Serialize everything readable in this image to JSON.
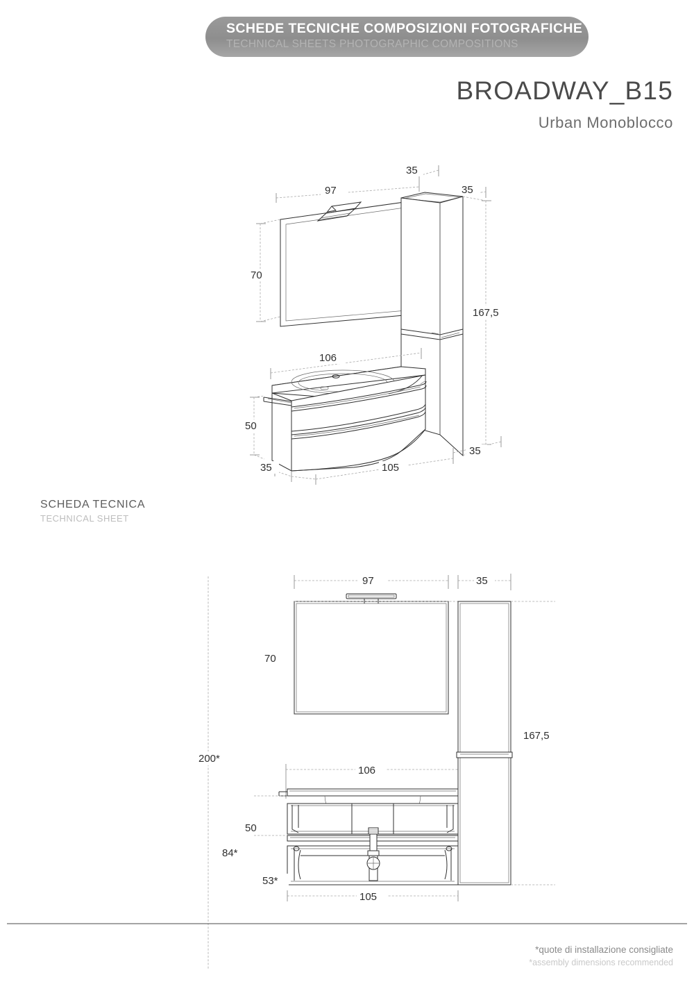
{
  "banner": {
    "title_it": "SCHEDE TECNICHE COMPOSIZIONI FOTOGRAFICHE",
    "title_en": "TECHNICAL SHEETS PHOTOGRAPHIC COMPOSITIONS"
  },
  "product": {
    "name": "BROADWAY_B15",
    "line": "Urban Monoblocco"
  },
  "section": {
    "caption_it": "SCHEDA TECNICA",
    "caption_en": "TECHNICAL SHEET"
  },
  "footnote": {
    "it": "*quote di installazione consigliate",
    "en": "*assembly dimensions recommended"
  },
  "views": {
    "perspective": {
      "name": "perspective-view",
      "dimensions": {
        "mirror_width": "97",
        "column_depth_top": "35",
        "column_width_top": "35",
        "mirror_height": "70",
        "column_height": "167,5",
        "vanity_top_width": "106",
        "vanity_height": "50",
        "vanity_depth_left": "35",
        "vanity_base_width": "105",
        "column_depth_bottom": "35"
      }
    },
    "elevation": {
      "name": "front-elevation-view",
      "dimensions": {
        "mirror_width": "97",
        "column_width": "35",
        "mirror_height": "70",
        "column_height": "167,5",
        "total_height": "200*",
        "vanity_top_width": "106",
        "vanity_height": "50",
        "counter_height": "84*",
        "base_height": "53*",
        "vanity_base_width": "105"
      }
    }
  },
  "colors": {
    "banner": "#909090",
    "line": "#2f2f2f",
    "dimension_line": "#9a9a9a",
    "title": "#4a4a4a"
  }
}
